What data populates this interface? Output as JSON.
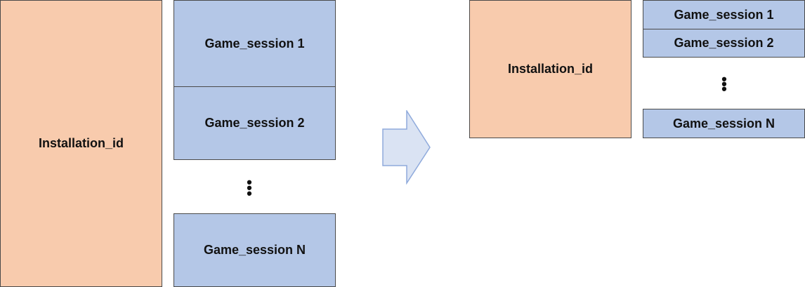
{
  "left": {
    "installation_label": "Installation_id",
    "sessions": [
      "Game_session 1",
      "Game_session 2",
      "Game_session N"
    ],
    "ellipsis": "⋮"
  },
  "arrow": {
    "icon": "right-arrow-icon"
  },
  "right": {
    "installation_label": "Installation_id",
    "sessions": [
      "Game_session 1",
      "Game_session 2",
      "Game_session N"
    ],
    "ellipsis": "⋮"
  },
  "colors": {
    "installation_fill": "#f8cbad",
    "session_fill": "#b4c7e7",
    "arrow_fill": "#dae3f3",
    "arrow_stroke": "#8faadc"
  }
}
